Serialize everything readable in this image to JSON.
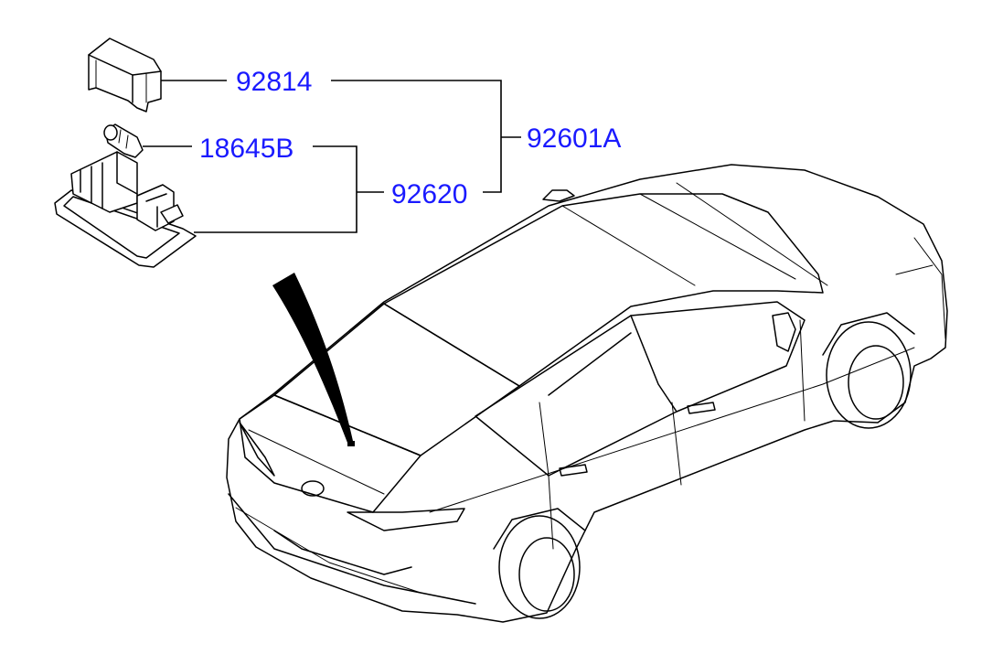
{
  "diagram": {
    "link_color": "#1a1aff",
    "line_color": "#000000",
    "labels": {
      "part_92814": "92814",
      "part_18645B": "18645B",
      "part_92620": "92620",
      "part_92601A": "92601A"
    },
    "components": [
      "license-lamp-cover",
      "bulb",
      "lamp-housing",
      "sedan-car",
      "location-pointer"
    ]
  }
}
